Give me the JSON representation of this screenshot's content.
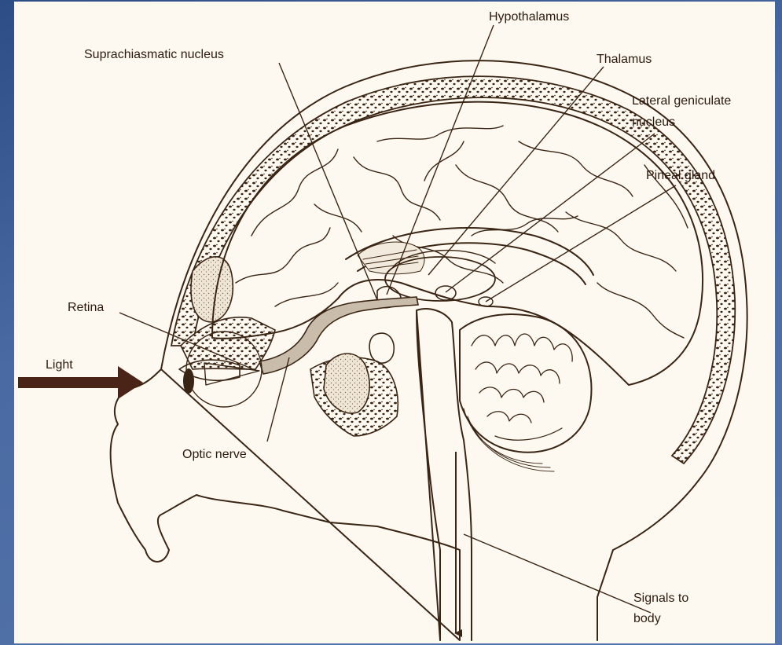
{
  "labels": {
    "hypothalamus": "Hypothalamus",
    "suprachiasmatic": "Suprachiasmatic nucleus",
    "thalamus": "Thalamus",
    "lgn_line1": "Lateral geniculate",
    "lgn_line2": "nucleus",
    "pineal": "Pineal gland",
    "retina": "Retina",
    "light": "Light",
    "optic_nerve": "Optic nerve",
    "signals_line1": "Signals to",
    "signals_line2": "body"
  },
  "colors": {
    "ink": "#3a2514",
    "paper": "#fdf9f1",
    "background": "#3f5f98",
    "nerve_fill": "#c9bcaa"
  }
}
